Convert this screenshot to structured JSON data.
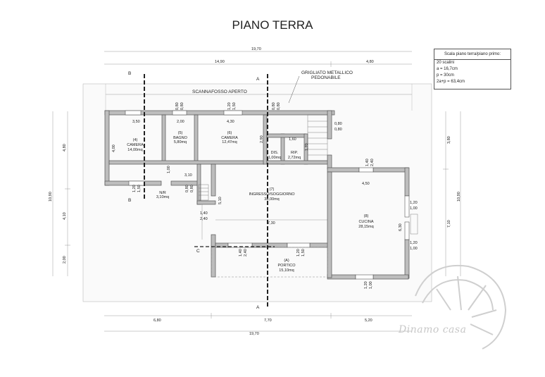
{
  "title": "PIANO TERRA",
  "legend": {
    "header": "Scala piano terra/piano primo:",
    "lines": [
      "20 scalini",
      "a = 16,7cm",
      "p = 30cm",
      "2a+p = 63,4cm"
    ]
  },
  "labels": {
    "grigliato": "GRIGLIATO METALLICO",
    "pedonabile": "PEDONABILE",
    "scannafosso": "SCANNAFOSSO APERTO",
    "section_b": "B",
    "section_a": "A",
    "section_c": "C"
  },
  "rooms": [
    {
      "id": "camera4",
      "num": "(4)",
      "name": "CAMERA",
      "area": "14,00mq"
    },
    {
      "id": "bagno5",
      "num": "(5)",
      "name": "BAGNO",
      "area": "5,80mq"
    },
    {
      "id": "camera6",
      "num": "(6)",
      "name": "CAMERA",
      "area": "12,47mq"
    },
    {
      "id": "dis",
      "num": "",
      "name": "DIS.",
      "area": "1,00mq"
    },
    {
      "id": "rip",
      "num": "",
      "name": "RIP.",
      "area": "2,72mq"
    },
    {
      "id": "nr",
      "num": "",
      "name": "N/R",
      "area": "3,10mq"
    },
    {
      "id": "ingresso7",
      "num": "(7)",
      "name": "INGRESSO/SOGGIORNO",
      "area": "38,00mq"
    },
    {
      "id": "cucina8",
      "num": "(8)",
      "name": "CUCINA",
      "area": "28,15mq"
    },
    {
      "id": "porticoA",
      "num": "(A)",
      "name": "PORTICO",
      "area": "15,10mq"
    }
  ],
  "dimensions": {
    "top_total": "19,70",
    "top_left": "14,90",
    "top_right": "4,80",
    "bottom_a": "6,80",
    "bottom_b": "7,70",
    "bottom_c": "5,20",
    "bottom_total": "19,70",
    "left_total": "10,90",
    "left_a": "4,80",
    "left_b": "4,10",
    "left_c": "2,00",
    "right_total": "10,90",
    "right_a": "3,80",
    "right_b": "7,10",
    "d_350": "3,50",
    "d_200": "2,00",
    "d_430": "4,30",
    "d_080a": "0,80",
    "d_080b": "0,80",
    "d_120": "1,20",
    "d_150": "1,50",
    "d_080c": "0,80",
    "d_080d": "0,80",
    "d_290": "2,90",
    "d_160": "1,60",
    "d_170": "1,70",
    "d_080e": "0,80",
    "d_080f": "0,80",
    "d_400": "4,00",
    "d_100a": "1,00",
    "d_310": "3,10",
    "d_120b": "1,20",
    "d_150b": "1,50",
    "d_080g": "0,80",
    "d_080h": "0,80",
    "d_510": "5,10",
    "d_140": "1,40",
    "d_240": "2,40",
    "d_730": "7,30",
    "d_140b": "1,40",
    "d_240b": "2,40",
    "d_120c": "1,20",
    "d_150c": "1,50",
    "d_140c": "1,40",
    "d_240c": "2,40",
    "d_450": "4,50",
    "d_630": "6,30",
    "d_120d": "1,20",
    "d_100b": "1,00",
    "d_120e": "1,20",
    "d_100c": "1,00",
    "d_120f": "1,20",
    "d_100d": "1,00"
  },
  "watermark": "Dinamo casa"
}
